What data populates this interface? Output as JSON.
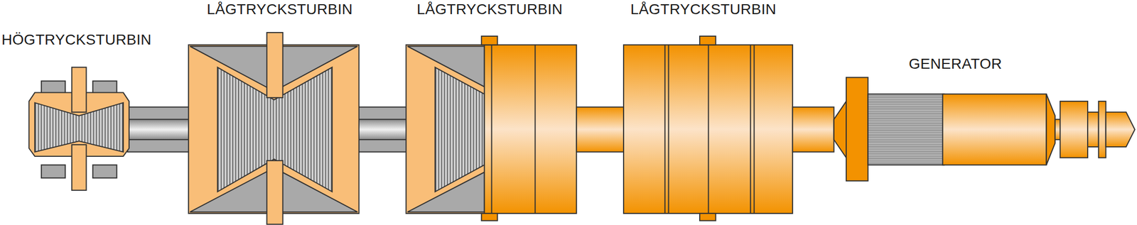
{
  "diagram": {
    "labels": [
      "HÖGTRYCKSTURBIN",
      "LÅGTRYCKSTURBIN",
      "LÅGTRYCKSTURBIN",
      "LÅGTRYCKSTURBIN",
      "GENERATOR"
    ]
  }
}
